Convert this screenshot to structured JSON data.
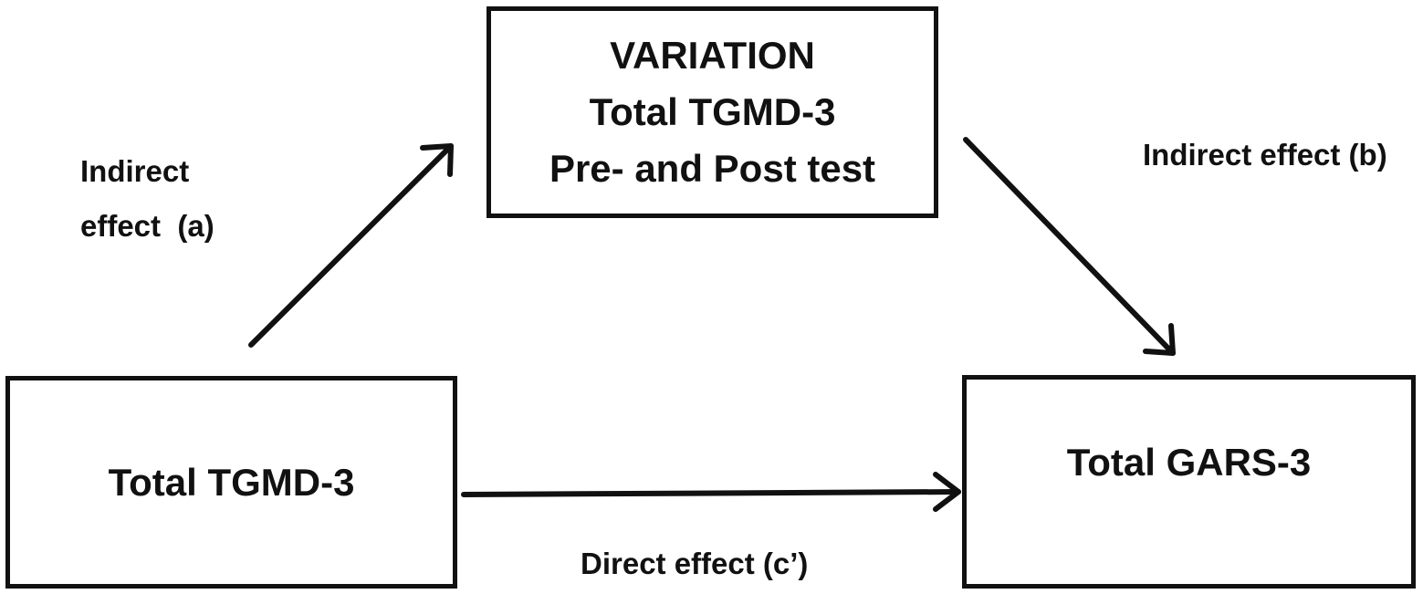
{
  "mediator": {
    "line1": "VARIATION",
    "line2": "Total TGMD-3",
    "line3": "Pre- and Post test"
  },
  "independent": {
    "label": "Total TGMD-3"
  },
  "dependent": {
    "label": "Total GARS-3"
  },
  "paths": {
    "a_line1": "Indirect",
    "a_line2": "effect  (a)",
    "b": "Indirect effect (b)",
    "c": "Direct effect (c’)"
  },
  "colors": {
    "stroke": "#111111",
    "background": "#ffffff"
  }
}
